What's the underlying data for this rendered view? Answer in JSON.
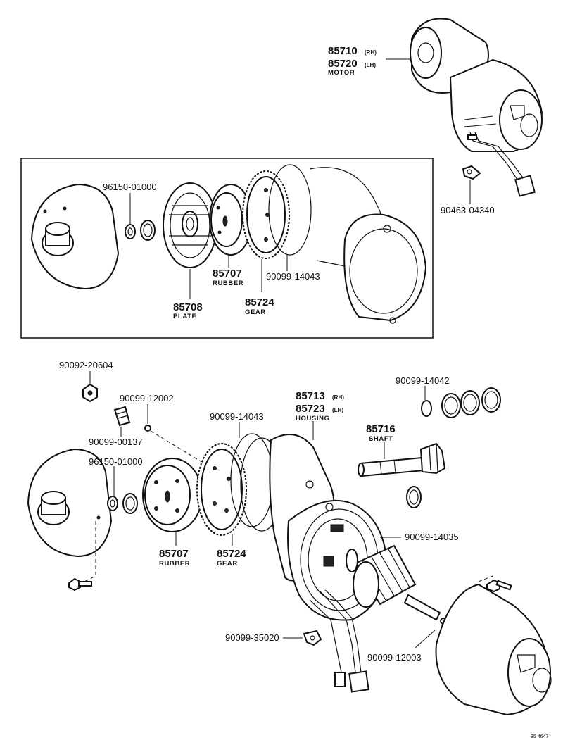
{
  "diagram": {
    "upper_motor": {
      "part_no_rh": "85710",
      "suffix_rh": "(RH)",
      "part_no_lh": "85720",
      "suffix_lh": "(LH)",
      "name": "MOTOR"
    },
    "clip_upper": {
      "part_no": "90463-04340"
    },
    "inset": {
      "washer": {
        "part_no": "96150-01000"
      },
      "rubber": {
        "part_no": "85707",
        "name": "RUBBER"
      },
      "plate": {
        "part_no": "85708",
        "name": "PLATE"
      },
      "gear": {
        "part_no": "85724",
        "name": "GEAR"
      },
      "ring": {
        "part_no": "90099-14043"
      }
    },
    "lower": {
      "nut": {
        "part_no": "90092-20604"
      },
      "ball": {
        "part_no": "90099-12002"
      },
      "set_screw": {
        "part_no": "90099-00137"
      },
      "ring": {
        "part_no": "90099-14043"
      },
      "housing": {
        "part_no_rh": "85713",
        "suffix_rh": "(RH)",
        "part_no_lh": "85723",
        "suffix_lh": "(LH)",
        "name": "HOUSING"
      },
      "washer_set": {
        "part_no": "90099-14042"
      },
      "shaft": {
        "part_no": "85716",
        "name": "SHAFT"
      },
      "washer": {
        "part_no": "96150-01000"
      },
      "rubber": {
        "part_no": "85707",
        "name": "RUBBER"
      },
      "gear": {
        "part_no": "85724",
        "name": "GEAR"
      },
      "ring_large": {
        "part_no": "90099-14035"
      },
      "clip": {
        "part_no": "90099-35020"
      },
      "ball_lower": {
        "part_no": "90099-12003"
      }
    },
    "footer_code": "85 4647"
  }
}
